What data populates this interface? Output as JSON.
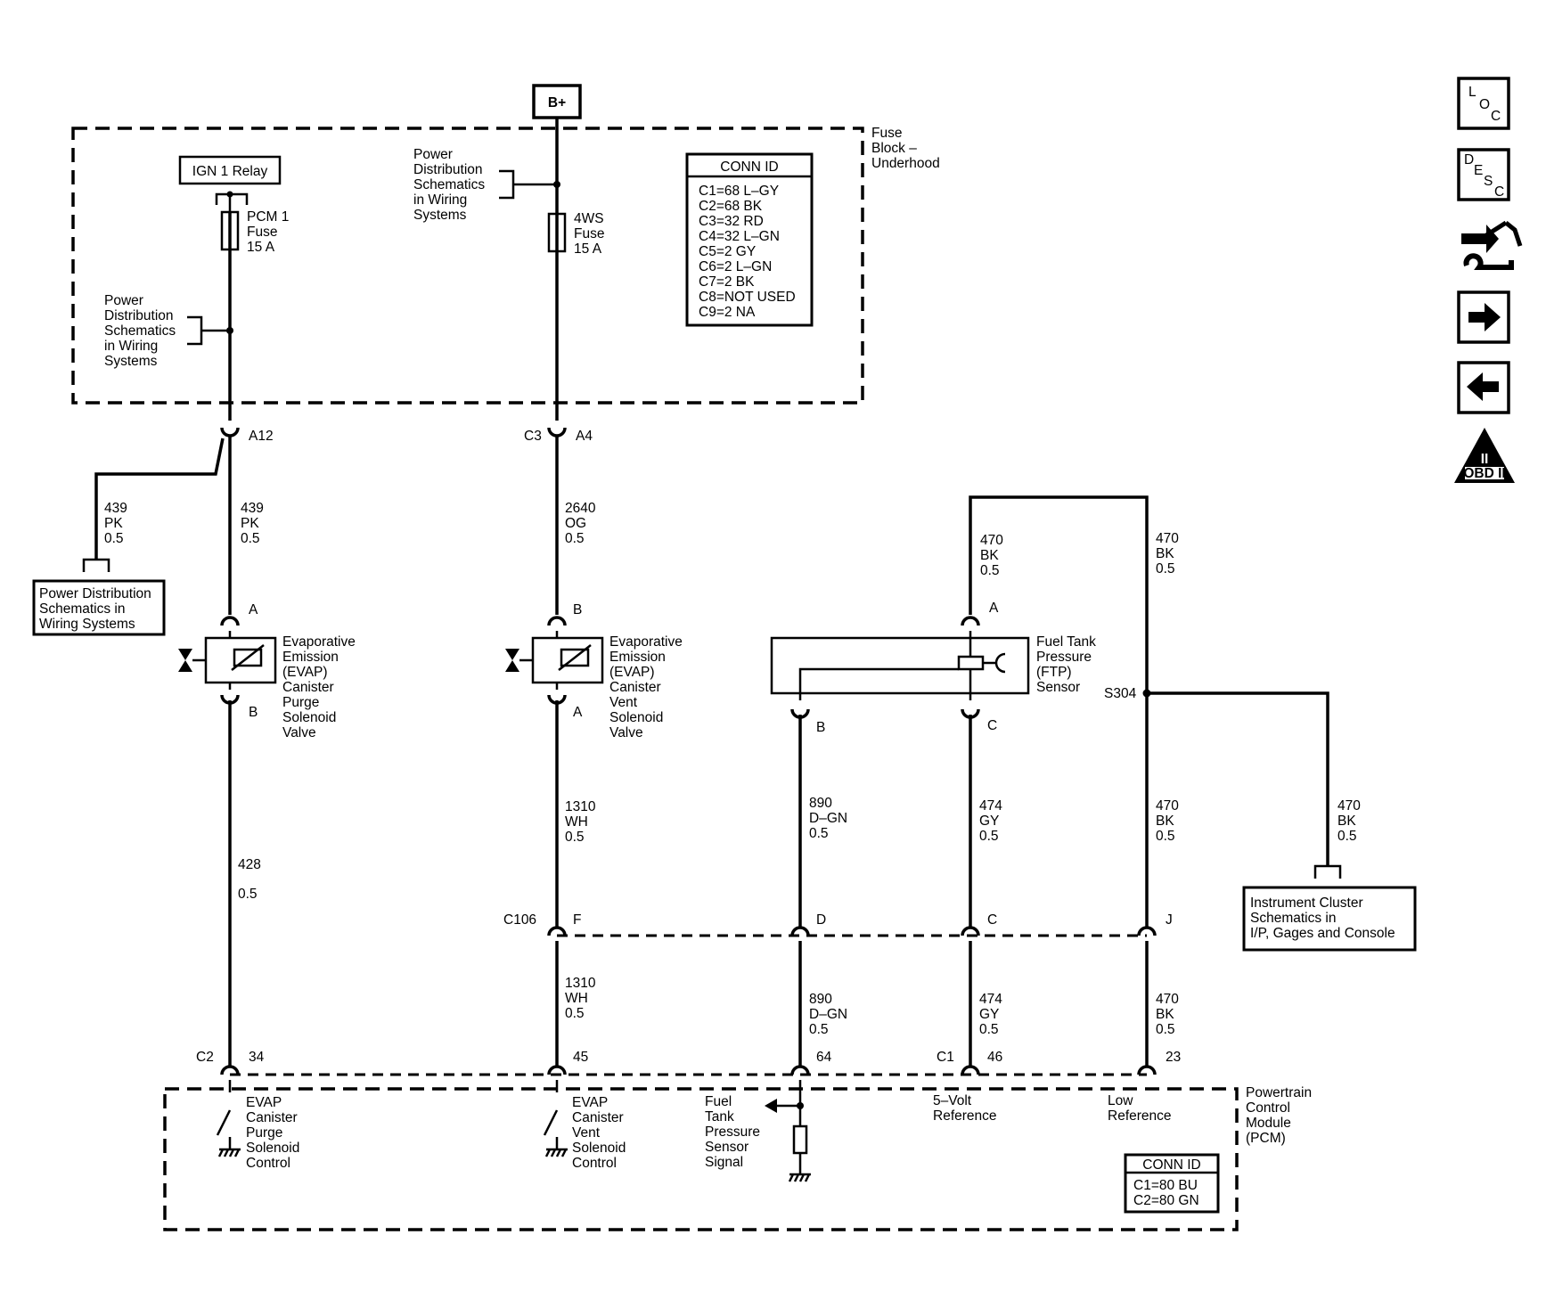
{
  "source": {
    "label": "B+"
  },
  "fuse_block": {
    "title_lines": [
      "Fuse",
      "Block –",
      "Underhood"
    ],
    "relay": "IGN 1 Relay",
    "pcm1_fuse": [
      "PCM 1",
      "Fuse",
      "15 A"
    ],
    "fws_fuse": [
      "4WS",
      "Fuse",
      "15 A"
    ],
    "power_dist_left": [
      "Power",
      "Distribution",
      "Schematics",
      "in Wiring",
      "Systems"
    ],
    "power_dist_top": [
      "Power",
      "Distribution",
      "Schematics",
      "in Wiring",
      "Systems"
    ],
    "conn_id_title": "CONN ID",
    "conn_id": [
      "C1=68 L–GY",
      "C2=68 BK",
      "C3=32 RD",
      "C4=32 L–GN",
      "C5=2 GY",
      "C6=2 L–GN",
      "C7=2 BK",
      "C8=NOT USED",
      "C9=2 NA"
    ]
  },
  "connectors": {
    "a12": "A12",
    "c3": "C3",
    "a4": "A4",
    "c106": "C106",
    "f": "F",
    "d": "D",
    "c": "C",
    "j": "J",
    "c2": "C2",
    "p34": "34",
    "p45": "45",
    "p64": "64",
    "c1": "C1",
    "p46": "46",
    "p23": "23",
    "purge_a": "A",
    "purge_b": "B",
    "vent_b": "B",
    "vent_a": "A",
    "ftp_a": "A",
    "ftp_b": "B",
    "ftp_c": "C",
    "s304": "S304"
  },
  "wires": {
    "w439_left": [
      "439",
      "PK",
      "0.5"
    ],
    "w439": [
      "439",
      "PK",
      "0.5"
    ],
    "w2640": [
      "2640",
      "OG",
      "0.5"
    ],
    "w470_top_left": [
      "470",
      "BK",
      "0.5"
    ],
    "w470_top_right": [
      "470",
      "BK",
      "0.5"
    ],
    "w428": [
      "428",
      "0.5"
    ],
    "w1310_up": [
      "1310",
      "WH",
      "0.5"
    ],
    "w890_up": [
      "890",
      "D–GN",
      "0.5"
    ],
    "w474_up": [
      "474",
      "GY",
      "0.5"
    ],
    "w470_mid": [
      "470",
      "BK",
      "0.5"
    ],
    "w470_ipc": [
      "470",
      "BK",
      "0.5"
    ],
    "w1310_low": [
      "1310",
      "WH",
      "0.5"
    ],
    "w890_low": [
      "890",
      "D–GN",
      "0.5"
    ],
    "w474_low": [
      "474",
      "GY",
      "0.5"
    ],
    "w470_low": [
      "470",
      "BK",
      "0.5"
    ]
  },
  "components": {
    "power_dist_box": [
      "Power Distribution",
      "Schematics in",
      "Wiring Systems"
    ],
    "purge_valve": [
      "Evaporative",
      "Emission",
      "(EVAP)",
      "Canister",
      "Purge",
      "Solenoid",
      "Valve"
    ],
    "vent_valve": [
      "Evaporative",
      "Emission",
      "(EVAP)",
      "Canister",
      "Vent",
      "Solenoid",
      "Valve"
    ],
    "ftp_sensor": [
      "Fuel Tank",
      "Pressure",
      "(FTP)",
      "Sensor"
    ],
    "ipc_box": [
      "Instrument Cluster",
      "Schematics in",
      "I/P, Gages and Console"
    ]
  },
  "pcm": {
    "title_lines": [
      "Powertrain",
      "Control",
      "Module",
      "(PCM)"
    ],
    "purge_control": [
      "EVAP",
      "Canister",
      "Purge",
      "Solenoid",
      "Control"
    ],
    "vent_control": [
      "EVAP",
      "Canister",
      "Vent",
      "Solenoid",
      "Control"
    ],
    "ftp_signal": [
      "Fuel",
      "Tank",
      "Pressure",
      "Sensor",
      "Signal"
    ],
    "ref_5v": [
      "5–Volt",
      "Reference"
    ],
    "low_ref": [
      "Low",
      "Reference"
    ],
    "conn_id_title": "CONN ID",
    "conn_id": [
      "C1=80 BU",
      "C2=80 GN"
    ]
  },
  "nav": {
    "loc": [
      "L",
      "O",
      "C"
    ],
    "desc": [
      "D",
      "E",
      "S",
      "C"
    ],
    "obd": [
      "II",
      "OBD II"
    ],
    "icons": [
      "location-icon",
      "description-icon",
      "connector-tool-icon",
      "next-arrow-icon",
      "previous-arrow-icon",
      "obd-ii-icon"
    ]
  }
}
